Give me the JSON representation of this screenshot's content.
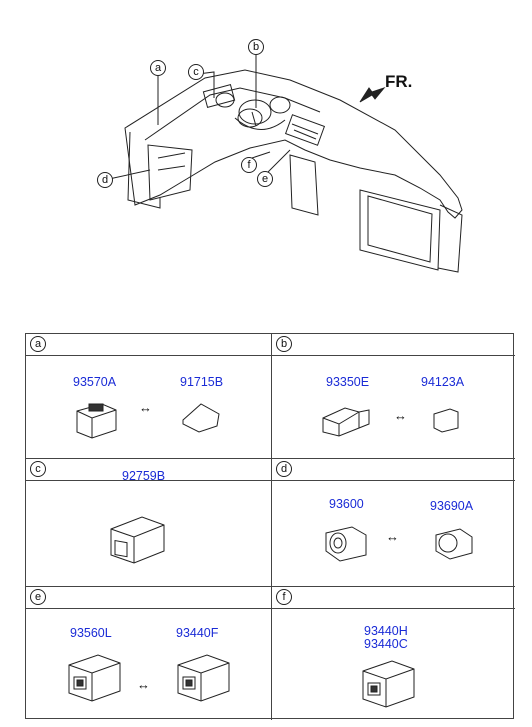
{
  "overview": {
    "direction_label": "FR.",
    "callouts": [
      "a",
      "b",
      "c",
      "d",
      "e",
      "f"
    ]
  },
  "sections": [
    {
      "letter": "a",
      "parts": [
        "93570A",
        "91715B"
      ]
    },
    {
      "letter": "b",
      "parts": [
        "93350E",
        "94123A"
      ]
    },
    {
      "letter": "c",
      "parts": [
        "92759B"
      ]
    },
    {
      "letter": "d",
      "parts": [
        "93600",
        "93690A"
      ]
    },
    {
      "letter": "e",
      "parts": [
        "93560L",
        "93440F"
      ]
    },
    {
      "letter": "f",
      "parts": [
        "93440H",
        "93440C"
      ]
    }
  ],
  "swap_symbol": "↔"
}
